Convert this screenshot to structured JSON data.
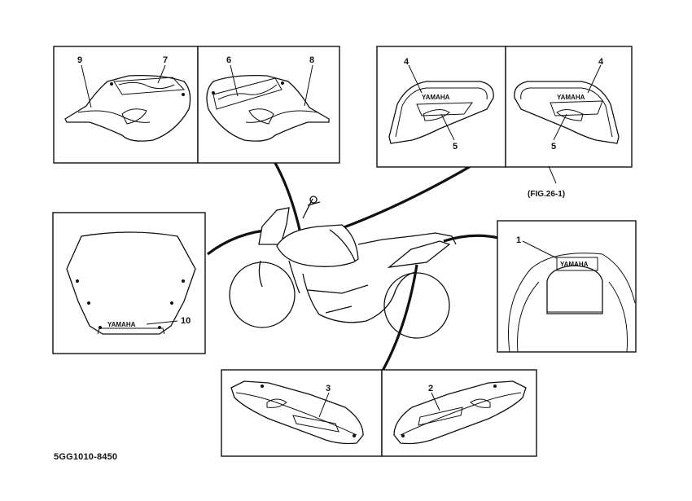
{
  "document_id": "5GG1010-8450",
  "figure_ref": "(FIG.26-1)",
  "brand_text": "YAMAHA",
  "callouts": {
    "c1": "1",
    "c2": "2",
    "c3": "3",
    "c4a": "4",
    "c4b": "4",
    "c5a": "5",
    "c5b": "5",
    "c6": "6",
    "c7": "7",
    "c8": "8",
    "c9": "9",
    "c10": "10"
  }
}
